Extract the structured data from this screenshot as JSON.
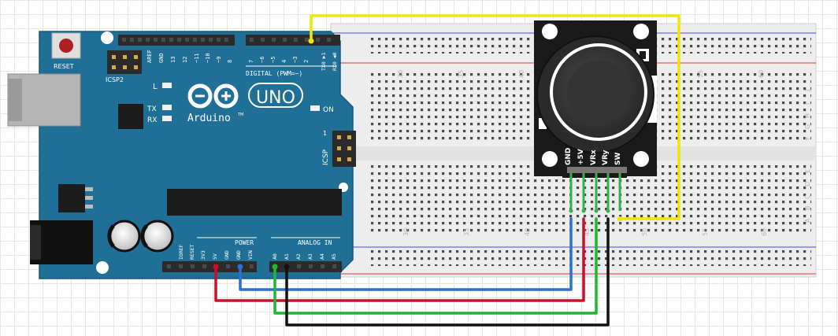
{
  "board": {
    "reset_label": "RESET",
    "icsp2_label": "ICSP2",
    "icsp_label": "ICSP",
    "led_l": "L",
    "led_tx": "TX",
    "led_rx": "RX",
    "led_on": "ON",
    "brand": "Arduino",
    "brand_mark": "TM",
    "model": "UNO",
    "digital_header": "DIGITAL (PWM=~)",
    "power_header": "POWER",
    "analog_header": "ANALOG IN",
    "icsp_pin1": "1",
    "digital_pins": [
      "AREF",
      "GND",
      "13",
      "12",
      "~11",
      "~10",
      "~9",
      "8",
      "7",
      "~6",
      "~5",
      "4",
      "~3",
      "2",
      "TX0 ▶1",
      "RX0 ◀0"
    ],
    "power_pins": [
      "IOREF",
      "RESET",
      "3V3",
      "5V",
      "GND",
      "GND",
      "VIN"
    ],
    "analog_pins": [
      "A0",
      "A1",
      "A2",
      "A3",
      "A4",
      "A5"
    ]
  },
  "breadboard": {
    "column_numbers": [
      "30",
      "35",
      "40",
      "45",
      "50",
      "55",
      "60"
    ],
    "row_letters_top": [
      "J",
      "I",
      "H",
      "G",
      "F"
    ],
    "row_letters_bottom": [
      "E",
      "D",
      "C",
      "B",
      "A"
    ]
  },
  "joystick": {
    "pin_labels": [
      "GND",
      "+5V",
      "VRx",
      "VRy",
      "SW"
    ]
  },
  "wires": {
    "yellow": "#f2e500",
    "red": "#c8102e",
    "blue": "#2f6fd1",
    "green": "#1fb830",
    "black": "#111111"
  },
  "colors": {
    "board": "#1f6f96",
    "breadboard": "#ededed",
    "rail_red": "#d23b3b",
    "rail_blue": "#3b4fd2",
    "module": "#1a1a1a"
  }
}
